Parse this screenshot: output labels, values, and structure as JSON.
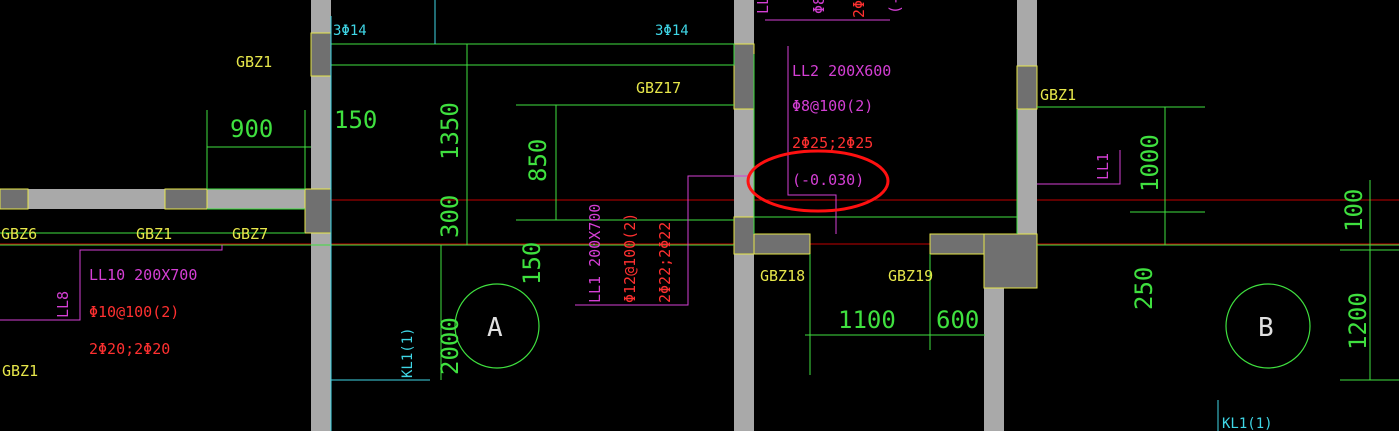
{
  "labels": {
    "gbz1_a": "GBZ1",
    "gbz1_b": "GBZ1",
    "gbz1_c": "GBZ1",
    "gbz1_d": "GBZ1",
    "gbz6": "GBZ6",
    "gbz7": "GBZ7",
    "gbz17": "GBZ17",
    "gbz18": "GBZ18",
    "gbz19": "GBZ19",
    "rebar_top_left": "3Φ14",
    "rebar_top_right": "3Φ14",
    "ll2_title": "LL2  200X600",
    "ll2_stirrup": "Φ8@100(2)",
    "ll2_bars": "2Φ25;2Φ25",
    "ll2_elev": "(-0.030)",
    "ll1_title": "LL1  200X700",
    "ll1_stirrup": "Φ12@100(2)",
    "ll1_bars": "2Φ22;2Φ22",
    "ll10_title": "LL10  200X700",
    "ll10_stirrup": "Φ10@100(2)",
    "ll10_bars": "2Φ20;2Φ20",
    "ll8": "LL8",
    "ll1_right": "LL1",
    "kl1_a": "KL1(1)",
    "kl1_b": "KL1(1)",
    "top_cut_1": "LL",
    "top_cut_2": "Φ8",
    "top_cut_3": "2Φ",
    "top_cut_4": "(-"
  },
  "dimensions": {
    "d900": "900",
    "d150_top": "150",
    "d1350": "1350",
    "d850": "850",
    "d300": "300",
    "d150_left": "150",
    "d2000": "2000",
    "d1000": "1000",
    "d250": "250",
    "d100": "100",
    "d1200": "1200",
    "d1100": "1100",
    "d600": "600"
  },
  "axes": {
    "a": "A",
    "b": "B"
  }
}
